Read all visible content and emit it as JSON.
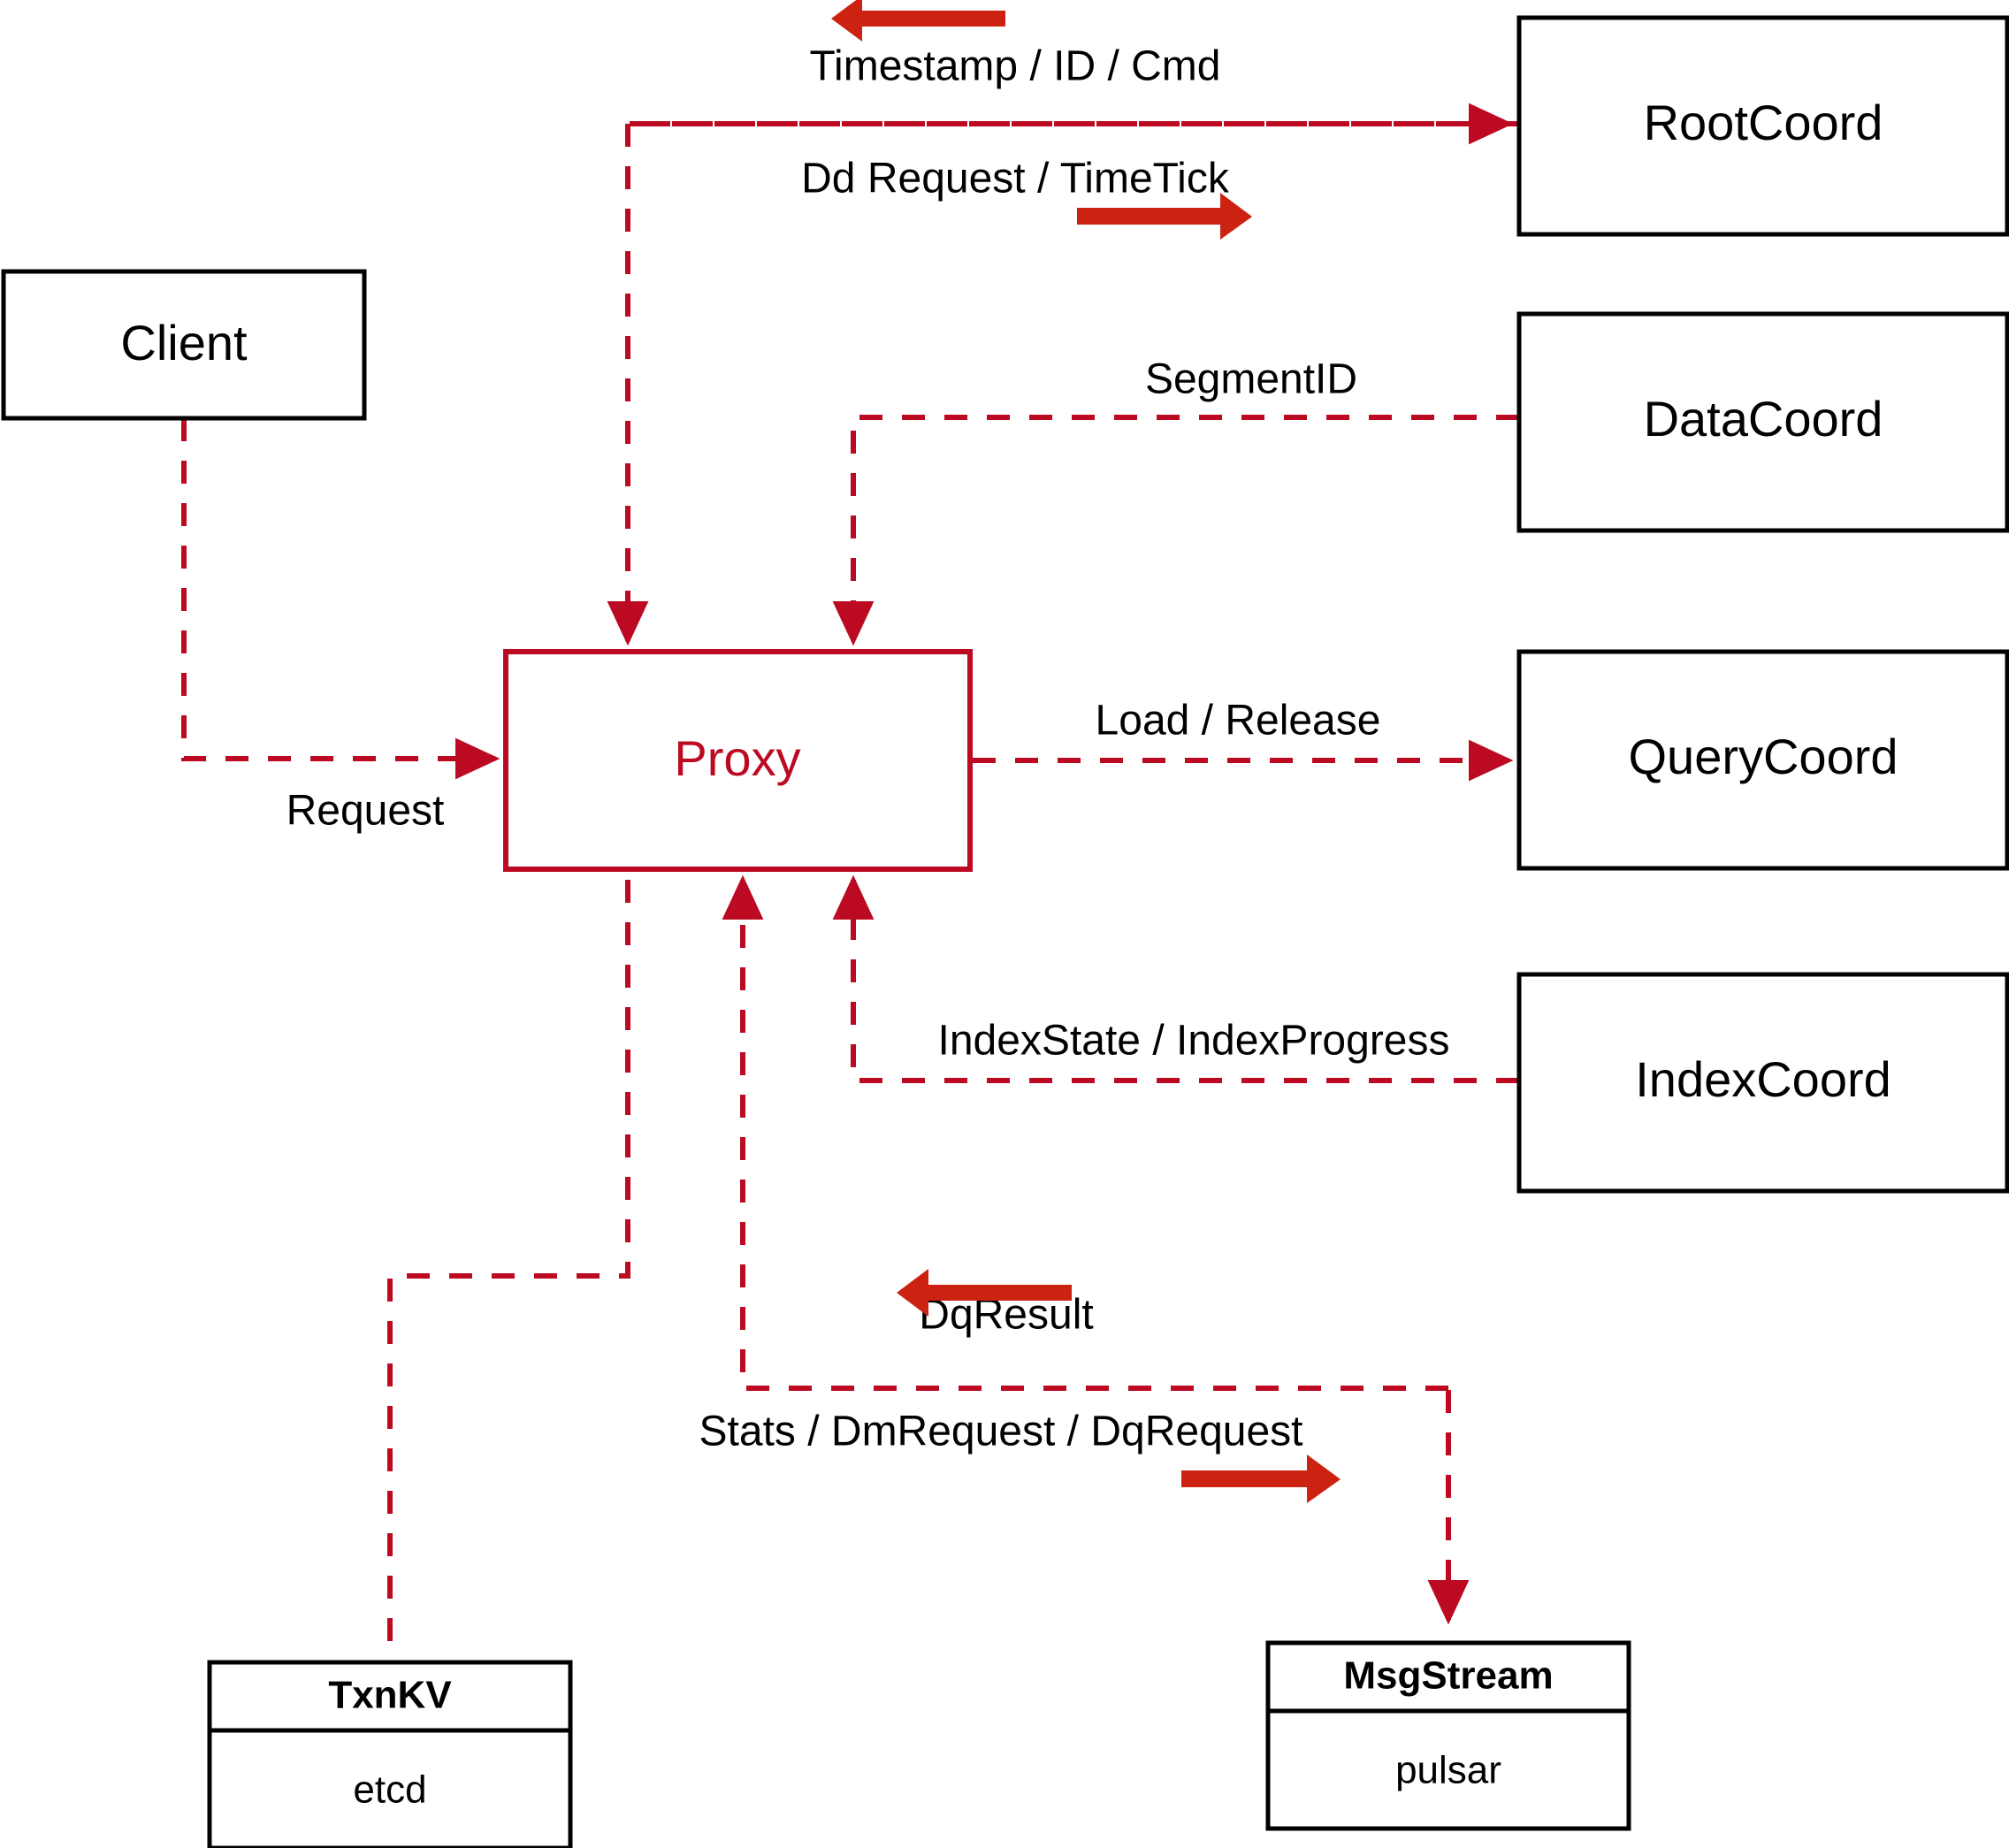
{
  "diagram": {
    "type": "architecture-flow-diagram",
    "background": "#ffffff",
    "accent_color": "#BB0A21",
    "arrow_color": "#CC2211",
    "node_border_color": "#000000",
    "nodes": {
      "client": {
        "label": "Client"
      },
      "proxy": {
        "label": "Proxy"
      },
      "root_coord": {
        "label": "RootCoord"
      },
      "data_coord": {
        "label": "DataCoord"
      },
      "query_coord": {
        "label": "QueryCoord"
      },
      "index_coord": {
        "label": "IndexCoord"
      },
      "txnkv": {
        "title": "TxnKV",
        "impl": "etcd"
      },
      "msgstream": {
        "title": "MsgStream",
        "impl": "pulsar"
      }
    },
    "edges": {
      "client_to_proxy": {
        "label": "Request"
      },
      "rootcoord_to_proxy": {
        "label": "Timestamp / ID / Cmd"
      },
      "proxy_to_rootcoord": {
        "label": "Dd Request / TimeTick"
      },
      "datacoord_to_proxy": {
        "label": "SegmentID"
      },
      "proxy_to_querycoord": {
        "label": "Load / Release"
      },
      "indexcoord_to_proxy": {
        "label": "IndexState / IndexProgress"
      },
      "msgstream_to_proxy": {
        "label": "DqResult"
      },
      "proxy_to_msgstream": {
        "label": "Stats / DmRequest / DqRequest"
      }
    }
  }
}
